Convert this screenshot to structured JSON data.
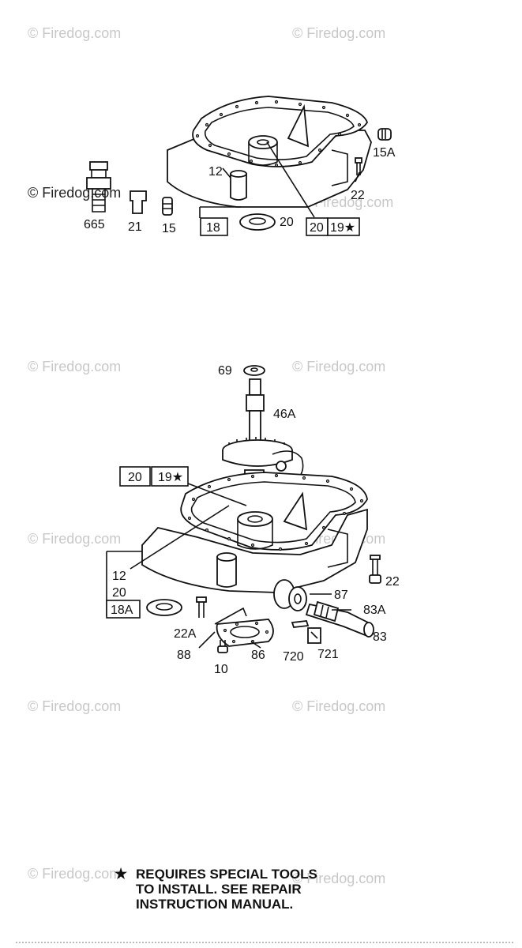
{
  "watermark": {
    "text": "© Firedog.com"
  },
  "top_diagram": {
    "callouts": {
      "c_15A": "15A",
      "c_12": "12",
      "c_22": "22",
      "c_665": "665",
      "c_21": "21",
      "c_15": "15",
      "c_20": "20"
    },
    "boxed": {
      "b_18": "18",
      "b_20": "20",
      "b_19": "19★"
    }
  },
  "bottom_diagram": {
    "callouts": {
      "c_69": "69",
      "c_46A": "46A",
      "c_12": "12",
      "c_20": "20",
      "c_22": "22",
      "c_87": "87",
      "c_83A": "83A",
      "c_83": "83",
      "c_22A": "22A",
      "c_88": "88",
      "c_86": "86",
      "c_720": "720",
      "c_721": "721",
      "c_10": "10"
    },
    "boxed": {
      "b_20": "20",
      "b_19": "19★",
      "b_18A": "18A"
    }
  },
  "note": {
    "star": "★",
    "line1": "REQUIRES SPECIAL TOOLS",
    "line2": "TO INSTALL.  SEE REPAIR",
    "line3": "INSTRUCTION MANUAL."
  }
}
